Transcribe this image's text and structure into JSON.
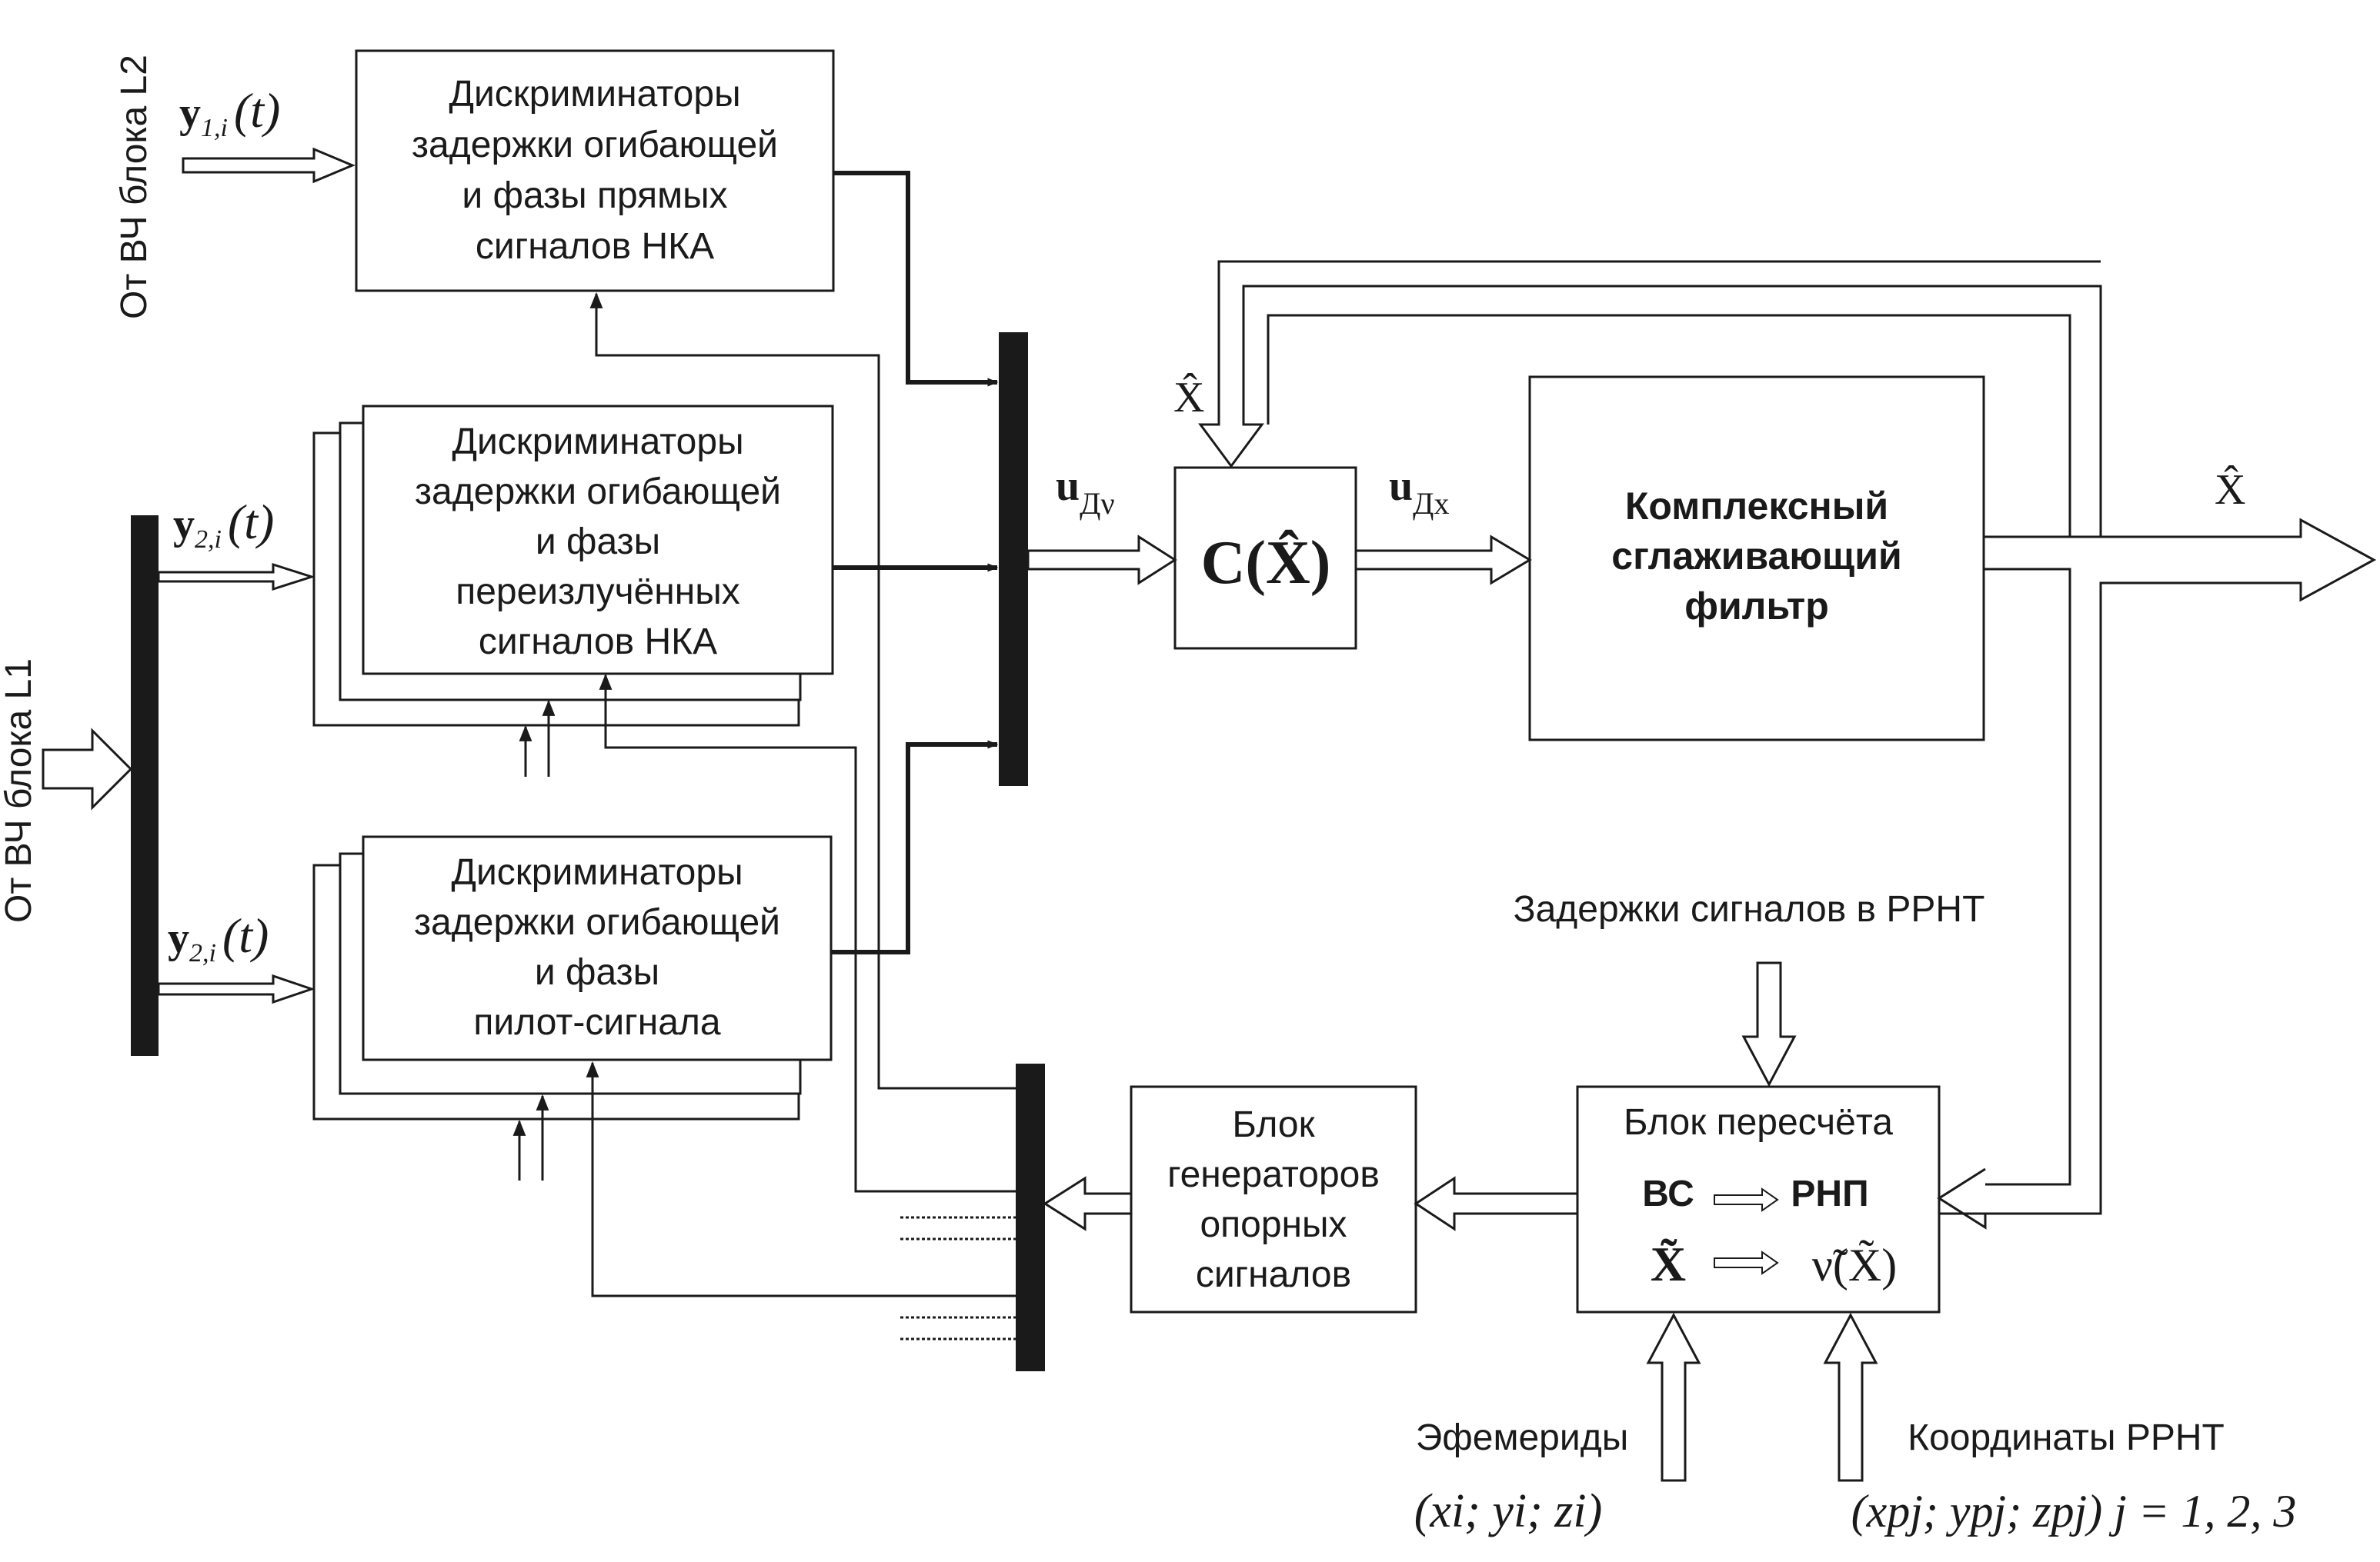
{
  "blocks": {
    "disc_direct": {
      "lines": [
        "Дискриминаторы",
        "задержки огибающей",
        "и фазы прямых",
        "сигналов НКА"
      ]
    },
    "disc_reradiated": {
      "lines": [
        "Дискриминаторы",
        "задержки огибающей",
        "и фазы",
        "переизлучённых",
        "сигналов НКА"
      ]
    },
    "disc_pilot": {
      "lines": [
        "Дискриминаторы",
        "задержки огибающей",
        "и фазы",
        "пилот-сигнала"
      ]
    },
    "filter": {
      "lines": [
        "Комплексный",
        "сглаживающий",
        "фильтр"
      ]
    },
    "generators": {
      "lines": [
        "Блок",
        "генераторов",
        "опорных",
        "сигналов"
      ]
    },
    "recalc": {
      "title": "Блок пересчёта",
      "row1_left": "ВС",
      "row1_right": "РНП",
      "row2_left": "X̃",
      "row2_right": "ν̃(X̃)"
    },
    "c_block": {
      "label": "C(X̂)"
    }
  },
  "labels": {
    "from_l2": "От ВЧ блока L2",
    "from_l1": "От ВЧ блока L1",
    "y1_main": "y",
    "y1_sub": "1,i",
    "y1_arg": "(t)",
    "y2_main": "y",
    "y2_sub": "2,i",
    "y2_arg": "(t)",
    "y3_main": "y",
    "y3_sub": "2,i",
    "y3_arg": "(t)",
    "u_dv_main": "u",
    "u_dv_sub": "Дν",
    "u_dx_main": "u",
    "u_dx_sub": "Дx",
    "x_hat_feedback": "X̂",
    "x_hat_out": "X̂",
    "delays": "Задержки сигналов в РРНТ",
    "ephemeris": "Эфемериды",
    "ephemeris_formula": "(xi;  yi;  zi)",
    "rrnt_coords": "Координаты РРНТ",
    "rrnt_formula": "(xpj;  ypj;  zpj) j = 1, 2, 3"
  }
}
